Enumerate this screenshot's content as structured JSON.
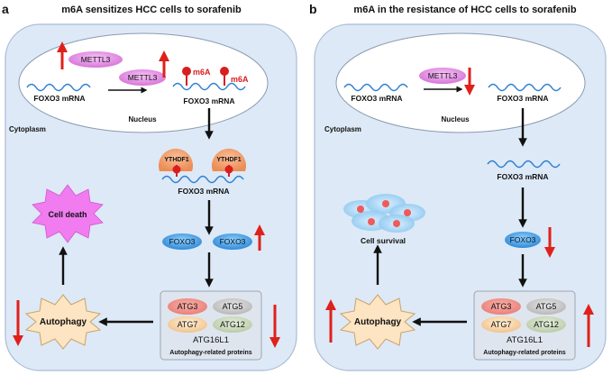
{
  "colors": {
    "cell_fill": "#dde9f6",
    "cell_stroke": "#a9bcd4",
    "red": "#e0201b",
    "foxo3_blue": "#3f9be3",
    "mettl3_pink": "#e58be6",
    "ythdf1_orange": "#f2a06d",
    "autophagy_fill": "#fde4c2",
    "cell_death_fill": "#f07cf0",
    "box_fill": "#dfe5ee"
  },
  "panel_a": {
    "letter": "a",
    "title": "m6A sensitizes HCC cells to sorafenib",
    "mettl3_left": "METTL3",
    "mettl3_mid": "METTL3",
    "foxo3_mrna_1": "FOXO3 mRNA",
    "foxo3_mrna_2": "FOXO3 mRNA",
    "m6a_1": "m6A",
    "m6a_2": "m6A",
    "nucleus": "Nucleus",
    "cytoplasm": "Cytoplasm",
    "ythdf1_1": "YTHDF1",
    "ythdf1_2": "YTHDF1",
    "foxo3_mrna_3": "FOXO3 mRNA",
    "foxo3_1": "FOXO3",
    "foxo3_2": "FOXO3",
    "cell_death": "Cell death",
    "autophagy": "Autophagy",
    "atg3": "ATG3",
    "atg5": "ATG5",
    "atg7": "ATG7",
    "atg12": "ATG12",
    "atg16l1": "ATG16L1",
    "proteins": "Autophagy-related proteins"
  },
  "panel_b": {
    "letter": "b",
    "title": "m6A in the resistance of HCC cells to sorafenib",
    "mettl3": "METTL3",
    "foxo3_mrna_1": "FOXO3 mRNA",
    "foxo3_mrna_2": "FOXO3 mRNA",
    "nucleus": "Nucleus",
    "cytoplasm": "Cytoplasm",
    "foxo3_mrna_3": "FOXO3 mRNA",
    "foxo3": "FOXO3",
    "cell_survival": "Cell survival",
    "autophagy": "Autophagy",
    "atg3": "ATG3",
    "atg5": "ATG5",
    "atg7": "ATG7",
    "atg12": "ATG12",
    "atg16l1": "ATG16L1",
    "proteins": "Autophagy-related proteins"
  }
}
